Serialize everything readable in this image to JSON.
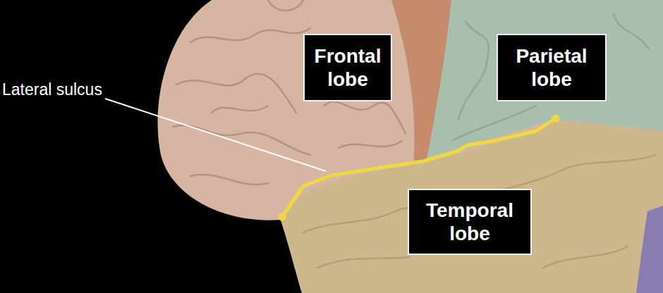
{
  "diagram": {
    "nodes": [
      {
        "text": [
          "Frontal lobe"
        ]
      },
      {
        "text": [
          "Parietal lobe"
        ]
      },
      {
        "text": [
          "Temporal lobe"
        ]
      }
    ],
    "labels": [
      "Lateral sulcus"
    ]
  }
}
